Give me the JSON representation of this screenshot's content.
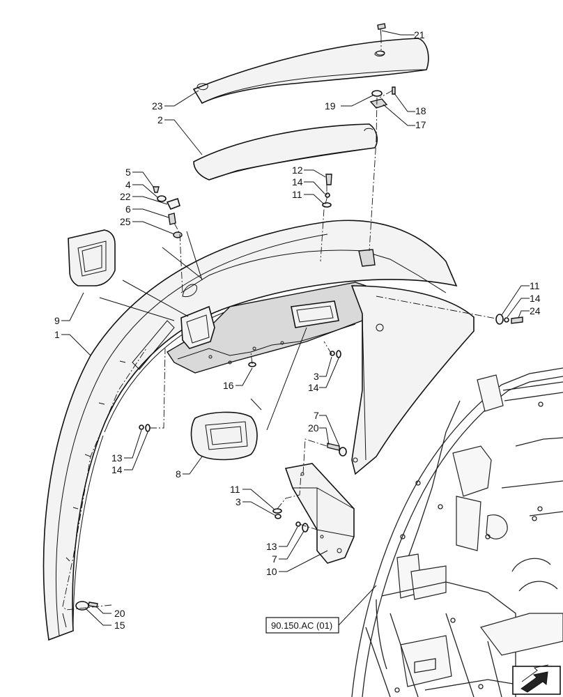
{
  "callouts": [
    {
      "id": "c21",
      "text": "21"
    },
    {
      "id": "c23",
      "text": "23"
    },
    {
      "id": "c19",
      "text": "19"
    },
    {
      "id": "c18",
      "text": "18"
    },
    {
      "id": "c17",
      "text": "17"
    },
    {
      "id": "c2",
      "text": "2"
    },
    {
      "id": "c12",
      "text": "12"
    },
    {
      "id": "c14a",
      "text": "14"
    },
    {
      "id": "c11a",
      "text": "11"
    },
    {
      "id": "c5",
      "text": "5"
    },
    {
      "id": "c4",
      "text": "4"
    },
    {
      "id": "c22",
      "text": "22"
    },
    {
      "id": "c6",
      "text": "6"
    },
    {
      "id": "c25",
      "text": "25"
    },
    {
      "id": "c9",
      "text": "9"
    },
    {
      "id": "c1",
      "text": "1"
    },
    {
      "id": "c11b",
      "text": "11"
    },
    {
      "id": "c14b",
      "text": "14"
    },
    {
      "id": "c24",
      "text": "24"
    },
    {
      "id": "c3a",
      "text": "3"
    },
    {
      "id": "c14c",
      "text": "14"
    },
    {
      "id": "c16",
      "text": "16"
    },
    {
      "id": "c7a",
      "text": "7"
    },
    {
      "id": "c20a",
      "text": "20"
    },
    {
      "id": "c13a",
      "text": "13"
    },
    {
      "id": "c14d",
      "text": "14"
    },
    {
      "id": "c8",
      "text": "8"
    },
    {
      "id": "c11c",
      "text": "11"
    },
    {
      "id": "c3b",
      "text": "3"
    },
    {
      "id": "c13b",
      "text": "13"
    },
    {
      "id": "c7b",
      "text": "7"
    },
    {
      "id": "c10",
      "text": "10"
    },
    {
      "id": "c20b",
      "text": "20"
    },
    {
      "id": "c15",
      "text": "15"
    }
  ],
  "reference_label": "90.150.AC (01)",
  "icons": {
    "navigation": "arrow-navigation-icon"
  }
}
